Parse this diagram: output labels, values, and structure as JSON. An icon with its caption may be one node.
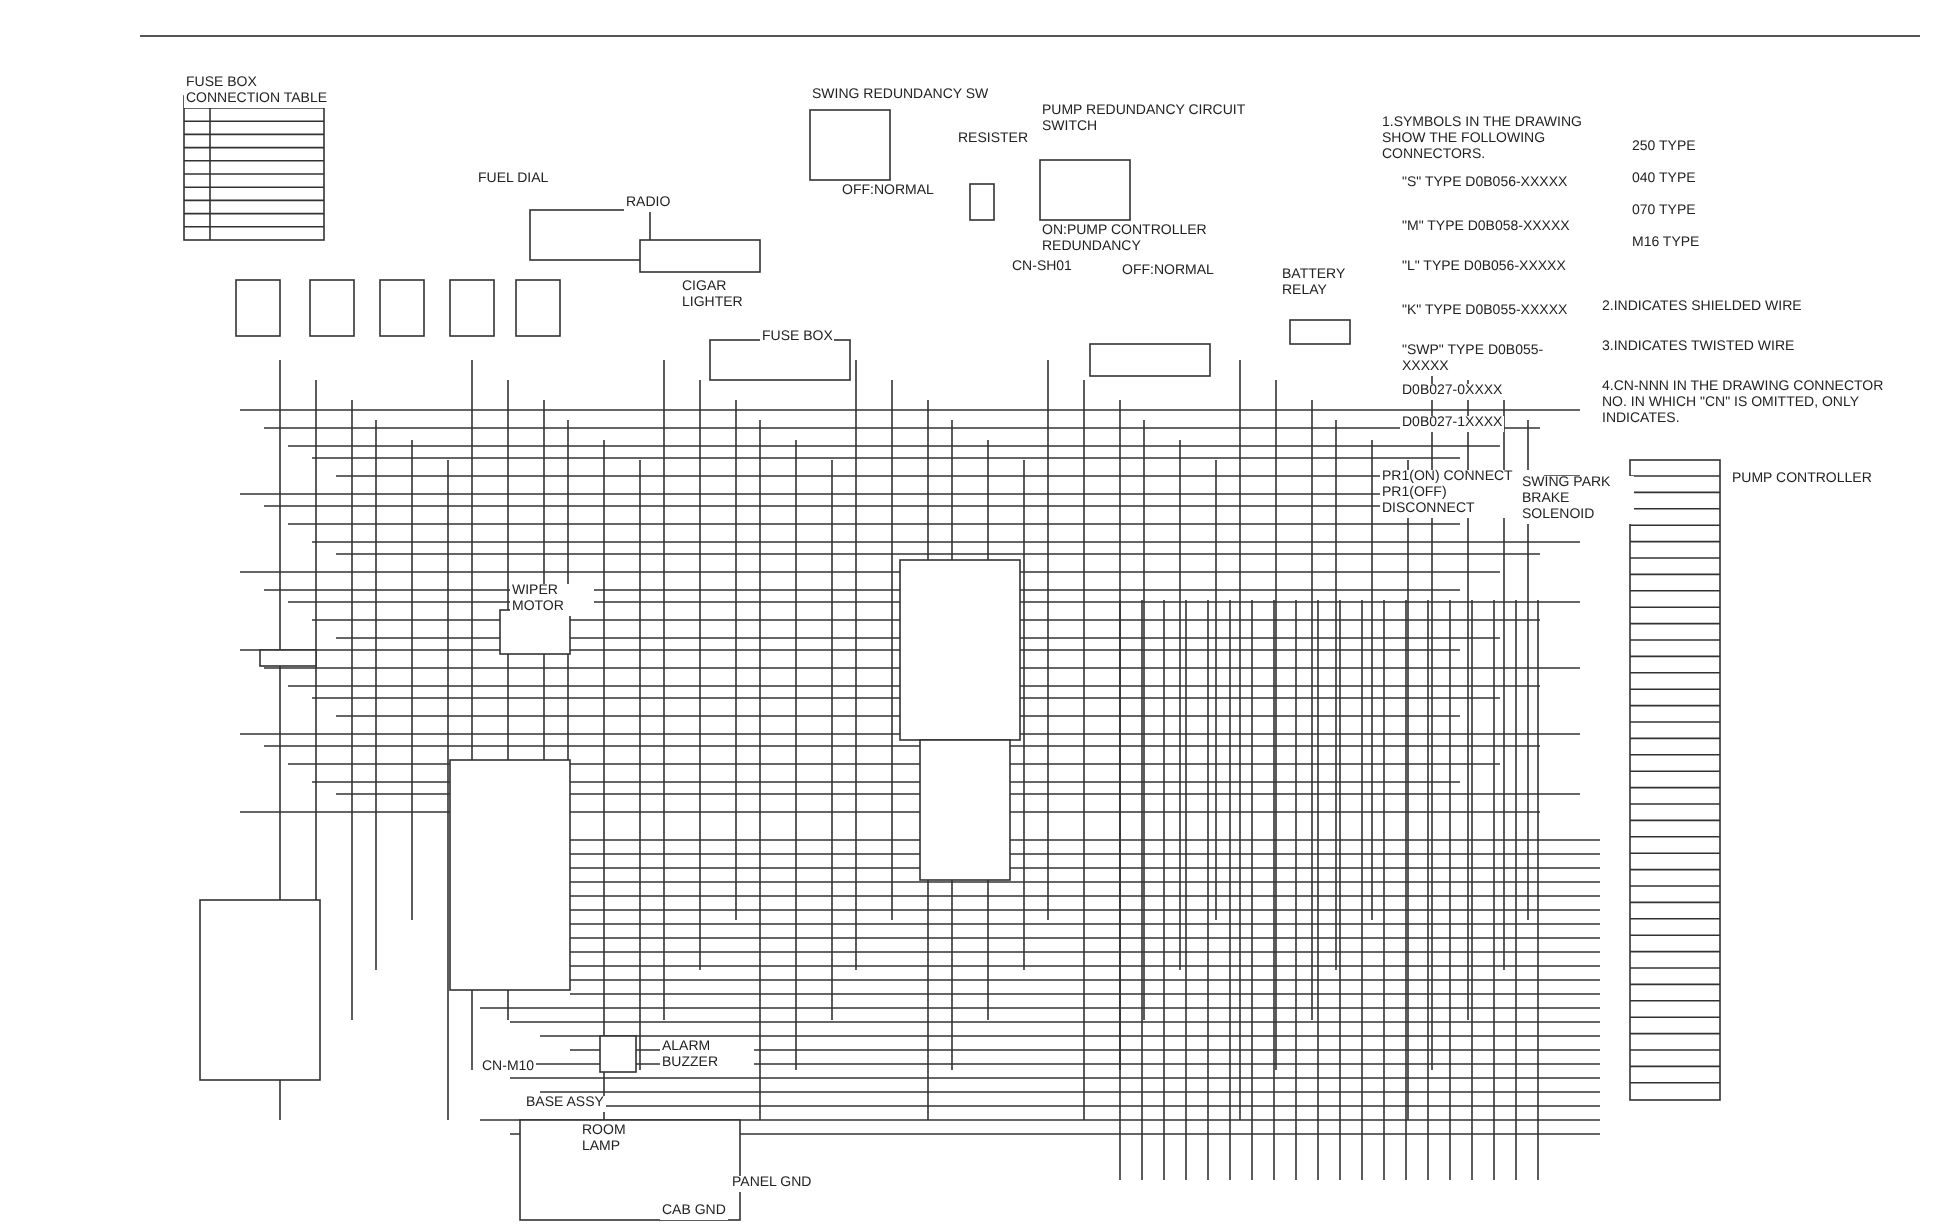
{
  "diagram": {
    "labels": [
      "FUSE BOX CONNECTION TABLE",
      "FUEL DIAL",
      "RADIO",
      "CIGAR LIGHTER",
      "FUSE BOX",
      "SWING REDUNDANCY SW",
      "OFF:NORMAL",
      "RESISTER",
      "PUMP REDUNDANCY CIRCUIT SWITCH",
      "ON:PUMP CONTROLLER REDUNDANCY",
      "OFF:NORMAL",
      "CN-SH01",
      "BATTERY RELAY",
      "1.SYMBOLS IN THE DRAWING SHOW THE FOLLOWING CONNECTORS.",
      "\"S\" TYPE D0B056-XXXXX",
      "\"M\" TYPE D0B058-XXXXX",
      "\"L\" TYPE D0B056-XXXXX",
      "\"K\" TYPE D0B055-XXXXX",
      "\"SWP\" TYPE D0B055-XXXXX",
      "D0B027-0XXXX",
      "D0B027-1XXXX",
      "250 TYPE",
      "040 TYPE",
      "070 TYPE",
      "M16 TYPE",
      "2.INDICATES SHIELDED WIRE",
      "3.INDICATES TWISTED WIRE",
      "4.CN-NNN IN THE DRAWING CONNECTOR NO. IN WHICH \"CN\" IS OMITTED, ONLY INDICATES.",
      "PR1(ON) CONNECT PR1(OFF) DISCONNECT",
      "SWING PARK BRAKE SOLENOID",
      "PUMP CONTROLLER",
      "WIPER MOTOR",
      "BASE ASSY",
      "ROOM LAMP",
      "CAB GND",
      "PANEL GND",
      "CN-M10",
      "ALARM BUZZER"
    ]
  }
}
